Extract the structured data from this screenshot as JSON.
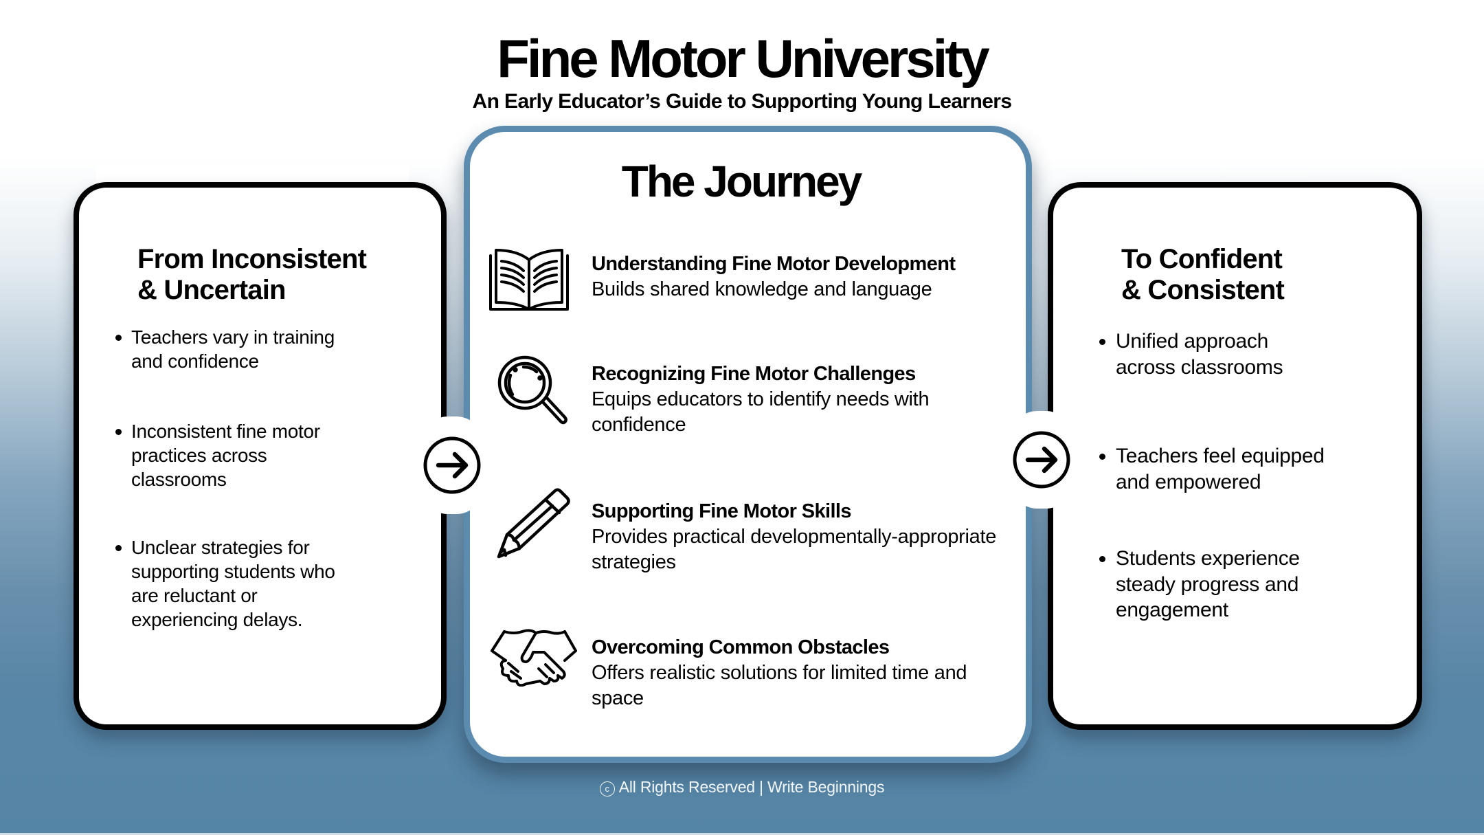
{
  "header": {
    "title": "Fine Motor University",
    "subtitle": "An Early Educator’s Guide to Supporting Young Learners"
  },
  "left_card": {
    "heading_line1": "From Inconsistent",
    "heading_line2": "& Uncertain",
    "bullets": [
      "Teachers vary in training and confidence",
      "Inconsistent fine motor practices across classrooms",
      "Unclear strategies for supporting students who are reluctant or experiencing delays."
    ]
  },
  "center_card": {
    "title": "The Journey",
    "steps": [
      {
        "icon": "open-book-icon",
        "title": "Understanding Fine Motor Development",
        "description": "Builds shared knowledge and language"
      },
      {
        "icon": "magnifying-glass-icon",
        "title": "Recognizing Fine Motor Challenges",
        "description": "Equips educators to identify needs with confidence"
      },
      {
        "icon": "pencil-icon",
        "title": "Supporting Fine Motor Skills",
        "description": "Provides practical developmentally-appropriate strategies"
      },
      {
        "icon": "handshake-icon",
        "title": "Overcoming Common Obstacles",
        "description": "Offers realistic solutions for limited time and space"
      }
    ]
  },
  "right_card": {
    "heading_line1": "To Confident",
    "heading_line2": "& Consistent",
    "bullets": [
      "Unified approach across classrooms",
      "Teachers feel equipped and empowered",
      "Students experience steady progress and engagement"
    ]
  },
  "connectors": {
    "left_arrow_icon": "arrow-right-circle-icon",
    "right_arrow_icon": "arrow-right-circle-icon"
  },
  "footer": {
    "copyright_symbol": "c",
    "text": "All Rights Reserved | Write Beginnings"
  },
  "colors": {
    "accent_border": "#5b8bae",
    "background_bottom": "#5585a6",
    "text": "#000000",
    "footer_text": "#f2f6f9"
  }
}
